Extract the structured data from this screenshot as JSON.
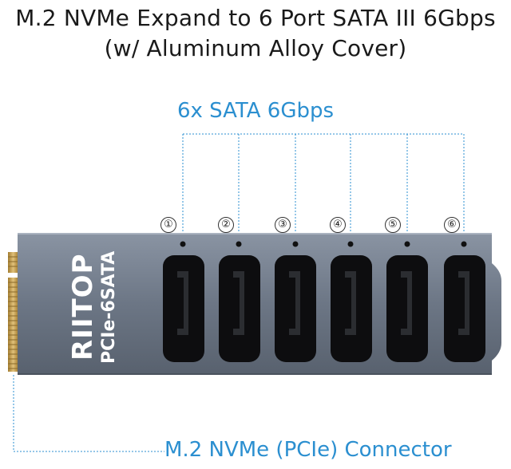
{
  "title_line1": "M.2 NVMe Expand to 6 Port SATA III 6Gbps",
  "title_line2": "(w/ Aluminum Alloy Cover)",
  "sata_label": "6x SATA 6Gbps",
  "connector_label": "M.2 NVMe (PCIe) Connector",
  "brand": "RIITOP",
  "model": "PCIe-6SATA",
  "port_numbers": [
    "①",
    "②",
    "③",
    "④",
    "⑤",
    "⑥"
  ],
  "colors": {
    "accent": "#2b8fd0",
    "board": "#6f7a8a",
    "gold": "#c9a450"
  }
}
